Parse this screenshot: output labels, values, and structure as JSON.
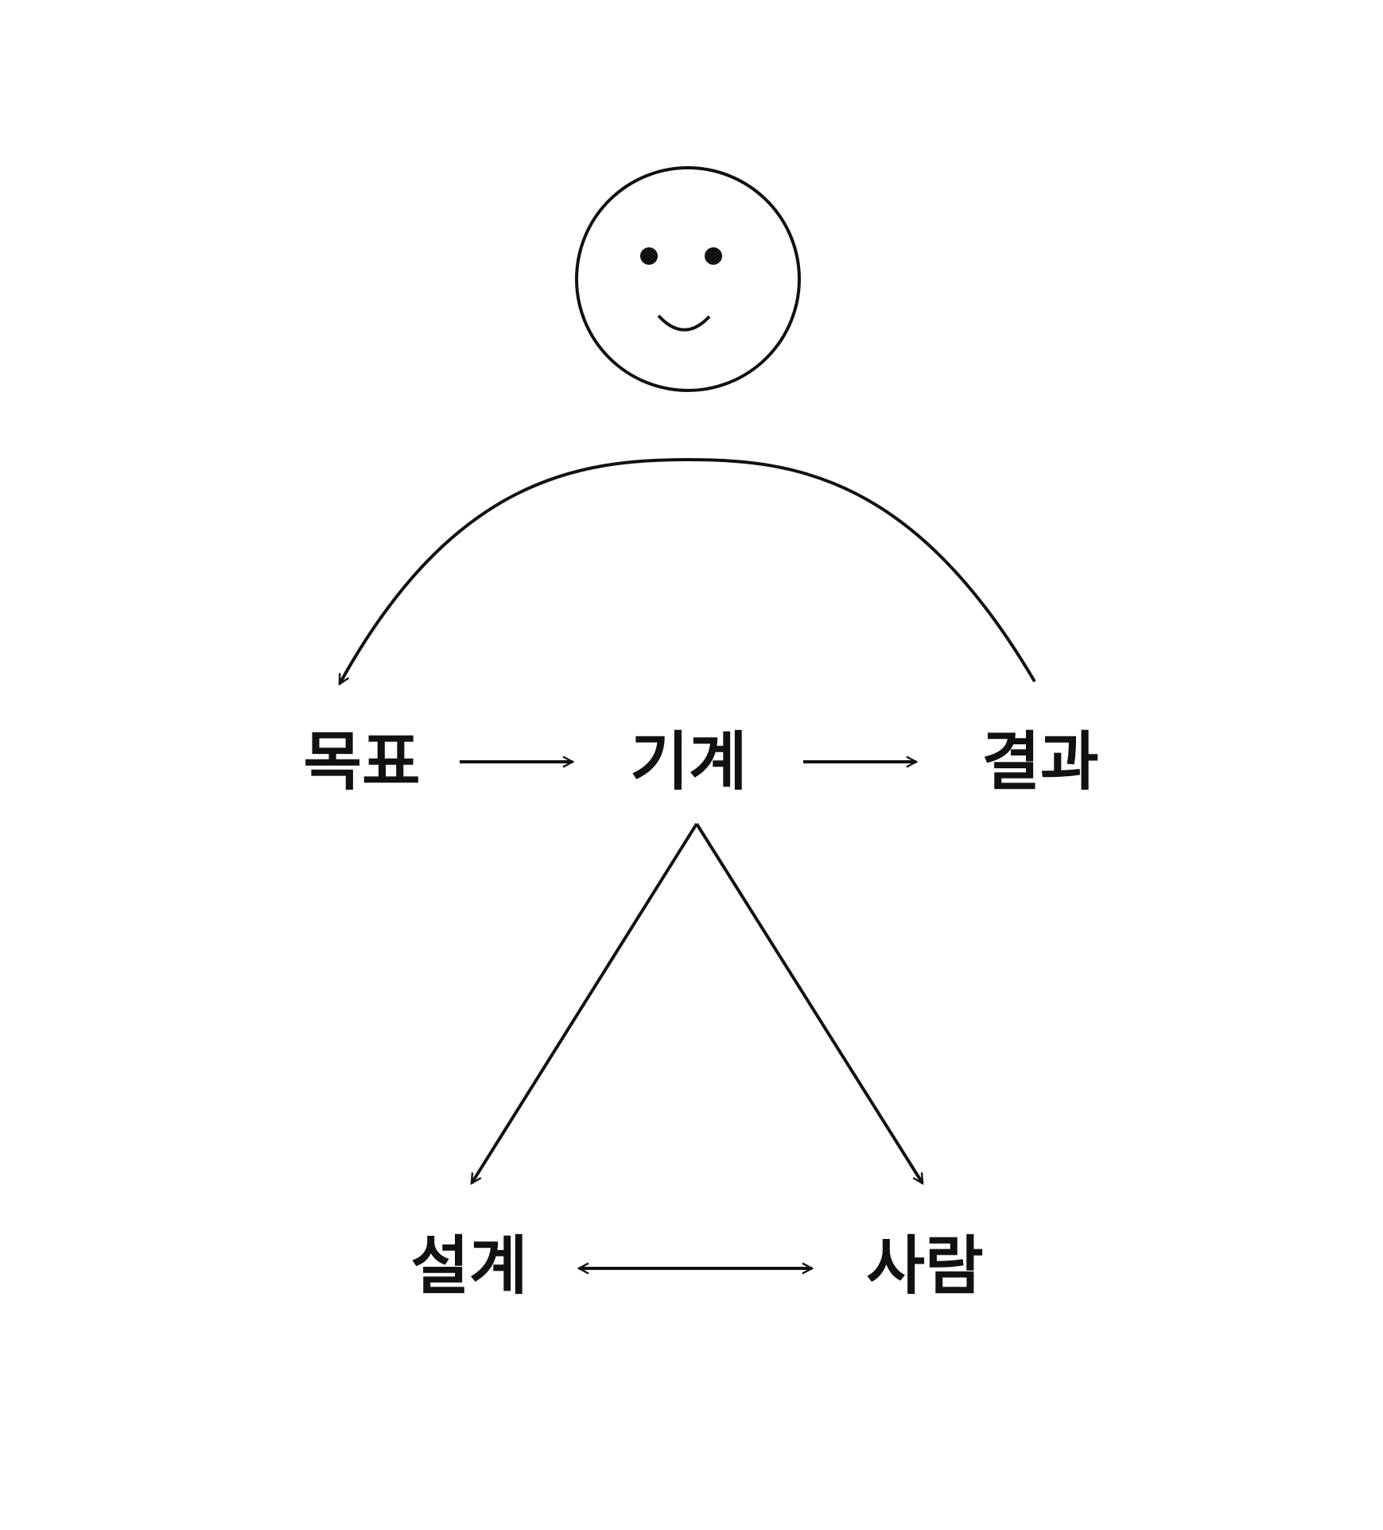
{
  "diagram": {
    "nodes": {
      "goal": "목표",
      "machine": "기계",
      "result": "결과",
      "design": "설계",
      "person": "사람"
    },
    "icons": {
      "person": "smiley-face-icon"
    },
    "colors": {
      "stroke": "#111111",
      "background": "#ffffff"
    }
  }
}
